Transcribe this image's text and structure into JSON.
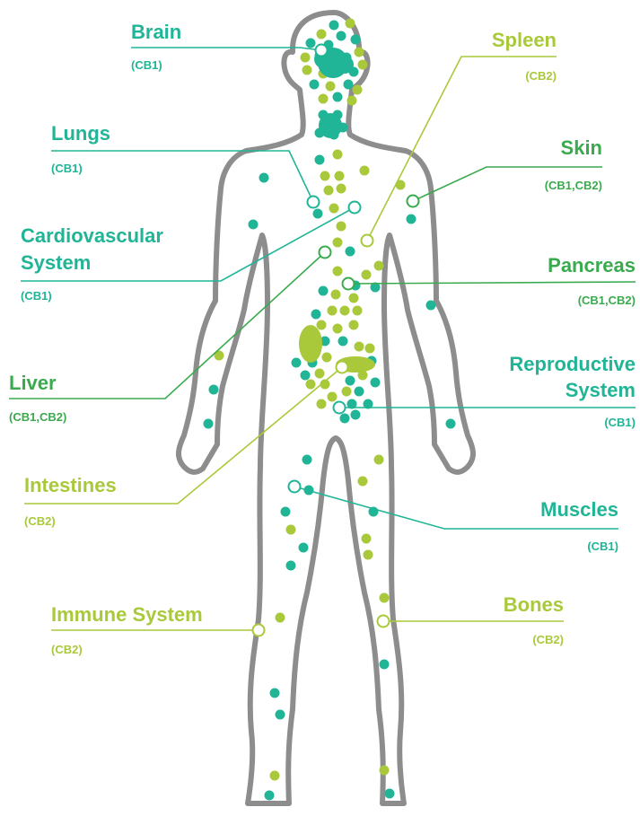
{
  "colors": {
    "teal": "#1fb596",
    "lime": "#a9c93a",
    "green": "#3aaa4e",
    "body_outline": "#8d8d8d"
  },
  "labels": {
    "brain": {
      "name": "Brain",
      "receptors": "(CB1)"
    },
    "spleen": {
      "name": "Spleen",
      "receptors": "(CB2)"
    },
    "lungs": {
      "name": "Lungs",
      "receptors": "(CB1)"
    },
    "skin": {
      "name": "Skin",
      "receptors": "(CB1,CB2)"
    },
    "cardio": {
      "name_line1": "Cardiovascular",
      "name_line2": "System",
      "receptors": "(CB1)"
    },
    "pancreas": {
      "name": "Pancreas",
      "receptors": "(CB1,CB2)"
    },
    "liver": {
      "name": "Liver",
      "receptors": "(CB1,CB2)"
    },
    "reproductive": {
      "name_line1": "Reproductive",
      "name_line2": "System",
      "receptors": "(CB1)"
    },
    "intestines": {
      "name": "Intestines",
      "receptors": "(CB2)"
    },
    "muscles": {
      "name": "Muscles",
      "receptors": "(CB1)"
    },
    "immune": {
      "name": "Immune System",
      "receptors": "(CB2)"
    },
    "bones": {
      "name": "Bones",
      "receptors": "(CB2)"
    }
  }
}
